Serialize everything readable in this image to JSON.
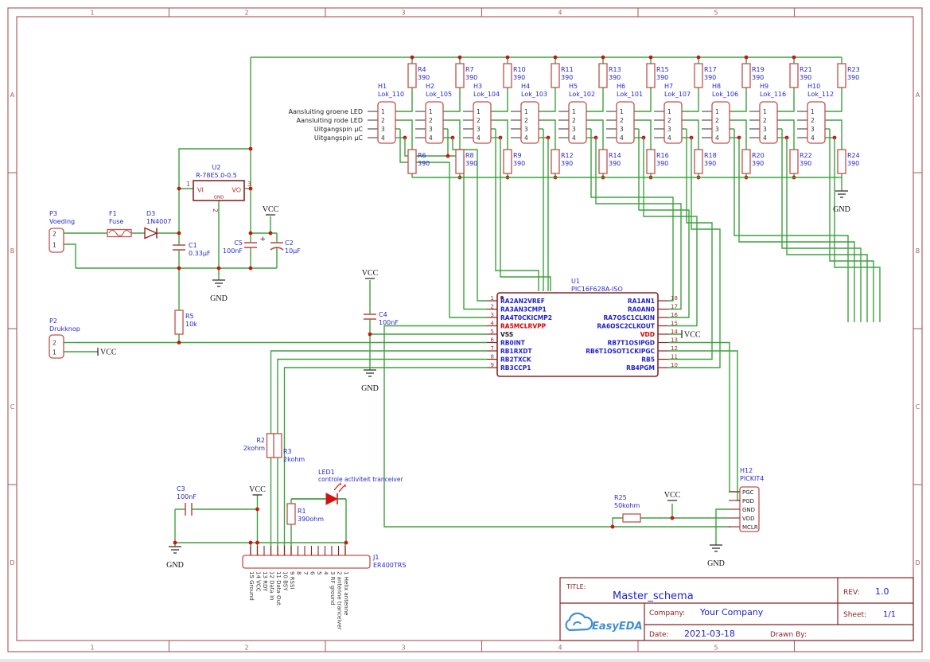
{
  "colors": {
    "wire": "#3da13d",
    "junction": "#d41111",
    "component": "#c0504d",
    "component_dark": "#8b2222",
    "label_blue": "#2929c8",
    "pin_number": "#a03030",
    "pin_highlight": "#ee1111",
    "text_dark": "#333333",
    "net_text": "#111111",
    "border": "#b06060",
    "title_red": "#8b2222",
    "title_blue": "#2222cc",
    "logo_blue": "#3f8fd2"
  },
  "frame": {
    "columns": [
      "1",
      "2",
      "3",
      "4",
      "5"
    ],
    "rows": [
      "A",
      "B",
      "C",
      "D"
    ]
  },
  "title_block": {
    "title_label": "TITLE:",
    "title": "Master_schema",
    "rev_label": "REV:",
    "rev": "1.0",
    "company_label": "Company:",
    "company": "Your Company",
    "sheet_label": "Sheet:",
    "sheet": "1/1",
    "date_label": "Date:",
    "date": "2021-03-18",
    "drawn_by_label": "Drawn By:",
    "logo_text": "EasyEDA"
  },
  "nets": {
    "vcc": "VCC",
    "gnd": "GND"
  },
  "power_supply": {
    "p3": {
      "ref": "P3",
      "name": "Voeding",
      "pin_numbers": [
        "2",
        "1"
      ]
    },
    "f1": {
      "ref": "F1",
      "value": "Fuse"
    },
    "d3": {
      "ref": "D3",
      "value": "1N4007"
    },
    "u2": {
      "ref": "U2",
      "part": "R-78E5.0-0.5",
      "pin_vi": "VI",
      "pin_vo": "VO",
      "pin_gnd": "GND",
      "num_vi": "1",
      "num_gnd": "2",
      "num_vo": "3"
    },
    "c1": {
      "ref": "C1",
      "value": "0.33µF"
    },
    "c5": {
      "ref": "C5",
      "value": "100nF"
    },
    "c2": {
      "ref": "C2",
      "value": "10µF",
      "plus": "+"
    }
  },
  "led_columns": {
    "pin_numbers": [
      "1",
      "2",
      "3",
      "4"
    ],
    "h1_pin_labels": [
      "Aansluiting groene LED",
      "Aansluiting rode LED",
      "Uitgangspin µC",
      "Uitgangspin µC"
    ],
    "top_resistors": [
      {
        "ref": "R4",
        "value": "390"
      },
      {
        "ref": "R7",
        "value": "390"
      },
      {
        "ref": "R10",
        "value": "390"
      },
      {
        "ref": "R11",
        "value": "390"
      },
      {
        "ref": "R13",
        "value": "390"
      },
      {
        "ref": "R15",
        "value": "390"
      },
      {
        "ref": "R17",
        "value": "390"
      },
      {
        "ref": "R19",
        "value": "390"
      },
      {
        "ref": "R21",
        "value": "390"
      },
      {
        "ref": "R23",
        "value": "390"
      }
    ],
    "bottom_resistors": [
      {
        "ref": "R6",
        "value": "390"
      },
      {
        "ref": "R8",
        "value": "390"
      },
      {
        "ref": "R9",
        "value": "390"
      },
      {
        "ref": "R12",
        "value": "390"
      },
      {
        "ref": "R14",
        "value": "390"
      },
      {
        "ref": "R16",
        "value": "390"
      },
      {
        "ref": "R18",
        "value": "390"
      },
      {
        "ref": "R20",
        "value": "390"
      },
      {
        "ref": "R22",
        "value": "390"
      },
      {
        "ref": "R24",
        "value": "390"
      }
    ],
    "connectors": [
      {
        "ref": "H1",
        "name": "Lok_110"
      },
      {
        "ref": "H2",
        "name": "Lok_105"
      },
      {
        "ref": "H3",
        "name": "Lok_104"
      },
      {
        "ref": "H4",
        "name": "Lok_103"
      },
      {
        "ref": "H5",
        "name": "Lok_102"
      },
      {
        "ref": "H6",
        "name": "Lok_101"
      },
      {
        "ref": "H7",
        "name": "Lok_107"
      },
      {
        "ref": "H8",
        "name": "Lok_106"
      },
      {
        "ref": "H9",
        "name": "Lok_116"
      },
      {
        "ref": "H10",
        "name": "Lok_112"
      }
    ]
  },
  "mcu": {
    "ref": "U1",
    "part": "PIC16F628A-ISO",
    "left_pins": [
      {
        "num": "1",
        "name": "RA2AN2VREF",
        "style": "blue"
      },
      {
        "num": "2",
        "name": "RA3AN3CMP1",
        "style": "blue"
      },
      {
        "num": "3",
        "name": "RA4T0CKICMP2",
        "style": "blue"
      },
      {
        "num": "4",
        "name": "RA5MCLRVPP",
        "style": "red",
        "num_style": "highlight"
      },
      {
        "num": "5",
        "name": "VSS",
        "style": "dark"
      },
      {
        "num": "6",
        "name": "RB0INT",
        "style": "blue"
      },
      {
        "num": "7",
        "name": "RB1RXDT",
        "style": "blue"
      },
      {
        "num": "8",
        "name": "RB2TXCK",
        "style": "blue"
      },
      {
        "num": "9",
        "name": "RB3CCP1",
        "style": "blue"
      }
    ],
    "right_pins": [
      {
        "num": "18",
        "name": "RA1AN1",
        "style": "blue"
      },
      {
        "num": "17",
        "name": "RA0AN0",
        "style": "blue"
      },
      {
        "num": "16",
        "name": "RA7OSC1CLKIN",
        "style": "blue"
      },
      {
        "num": "15",
        "name": "RA6OSC2CLKOUT",
        "style": "blue"
      },
      {
        "num": "14",
        "name": "VDD",
        "style": "red",
        "num_style": "highlight"
      },
      {
        "num": "13",
        "name": "RB7T1OSIPGD",
        "style": "blue"
      },
      {
        "num": "12",
        "name": "RB6T1OSOT1CKIPGC",
        "style": "blue"
      },
      {
        "num": "11",
        "name": "RB5",
        "style": "blue"
      },
      {
        "num": "10",
        "name": "RB4PGM",
        "style": "blue"
      }
    ]
  },
  "button": {
    "ref": "P2",
    "name": "Drukknop",
    "pin_numbers": [
      "2",
      "1"
    ]
  },
  "r5": {
    "ref": "R5",
    "value": "10k"
  },
  "r2": {
    "ref": "R2",
    "value": "2kohm"
  },
  "r3": {
    "ref": "R3",
    "value": "2kohm"
  },
  "c3": {
    "ref": "C3",
    "value": "100nF"
  },
  "c4": {
    "ref": "C4",
    "value": "100nF"
  },
  "r1": {
    "ref": "R1",
    "value": "390ohm"
  },
  "led1": {
    "ref": "LED1",
    "desc": "controle activiteit tranceiver"
  },
  "radio": {
    "ref": "J1",
    "part": "ER400TRS",
    "pins": [
      "15 Ground",
      "14 VCC",
      "13 RDY",
      "12 Data In",
      "11 Data Out",
      "10 BSY",
      "9 RSSI",
      "8",
      "7",
      "6",
      "5",
      "4",
      "3 RF ground",
      "2 antenne tranceiver",
      "1 Helix antenne"
    ]
  },
  "pickit": {
    "ref": "H12",
    "part": "PICKIT4",
    "pins": [
      "PGC",
      "PGD",
      "GND",
      "VDD",
      "MCLR"
    ]
  },
  "r25": {
    "ref": "R25",
    "value": "50kohm"
  }
}
